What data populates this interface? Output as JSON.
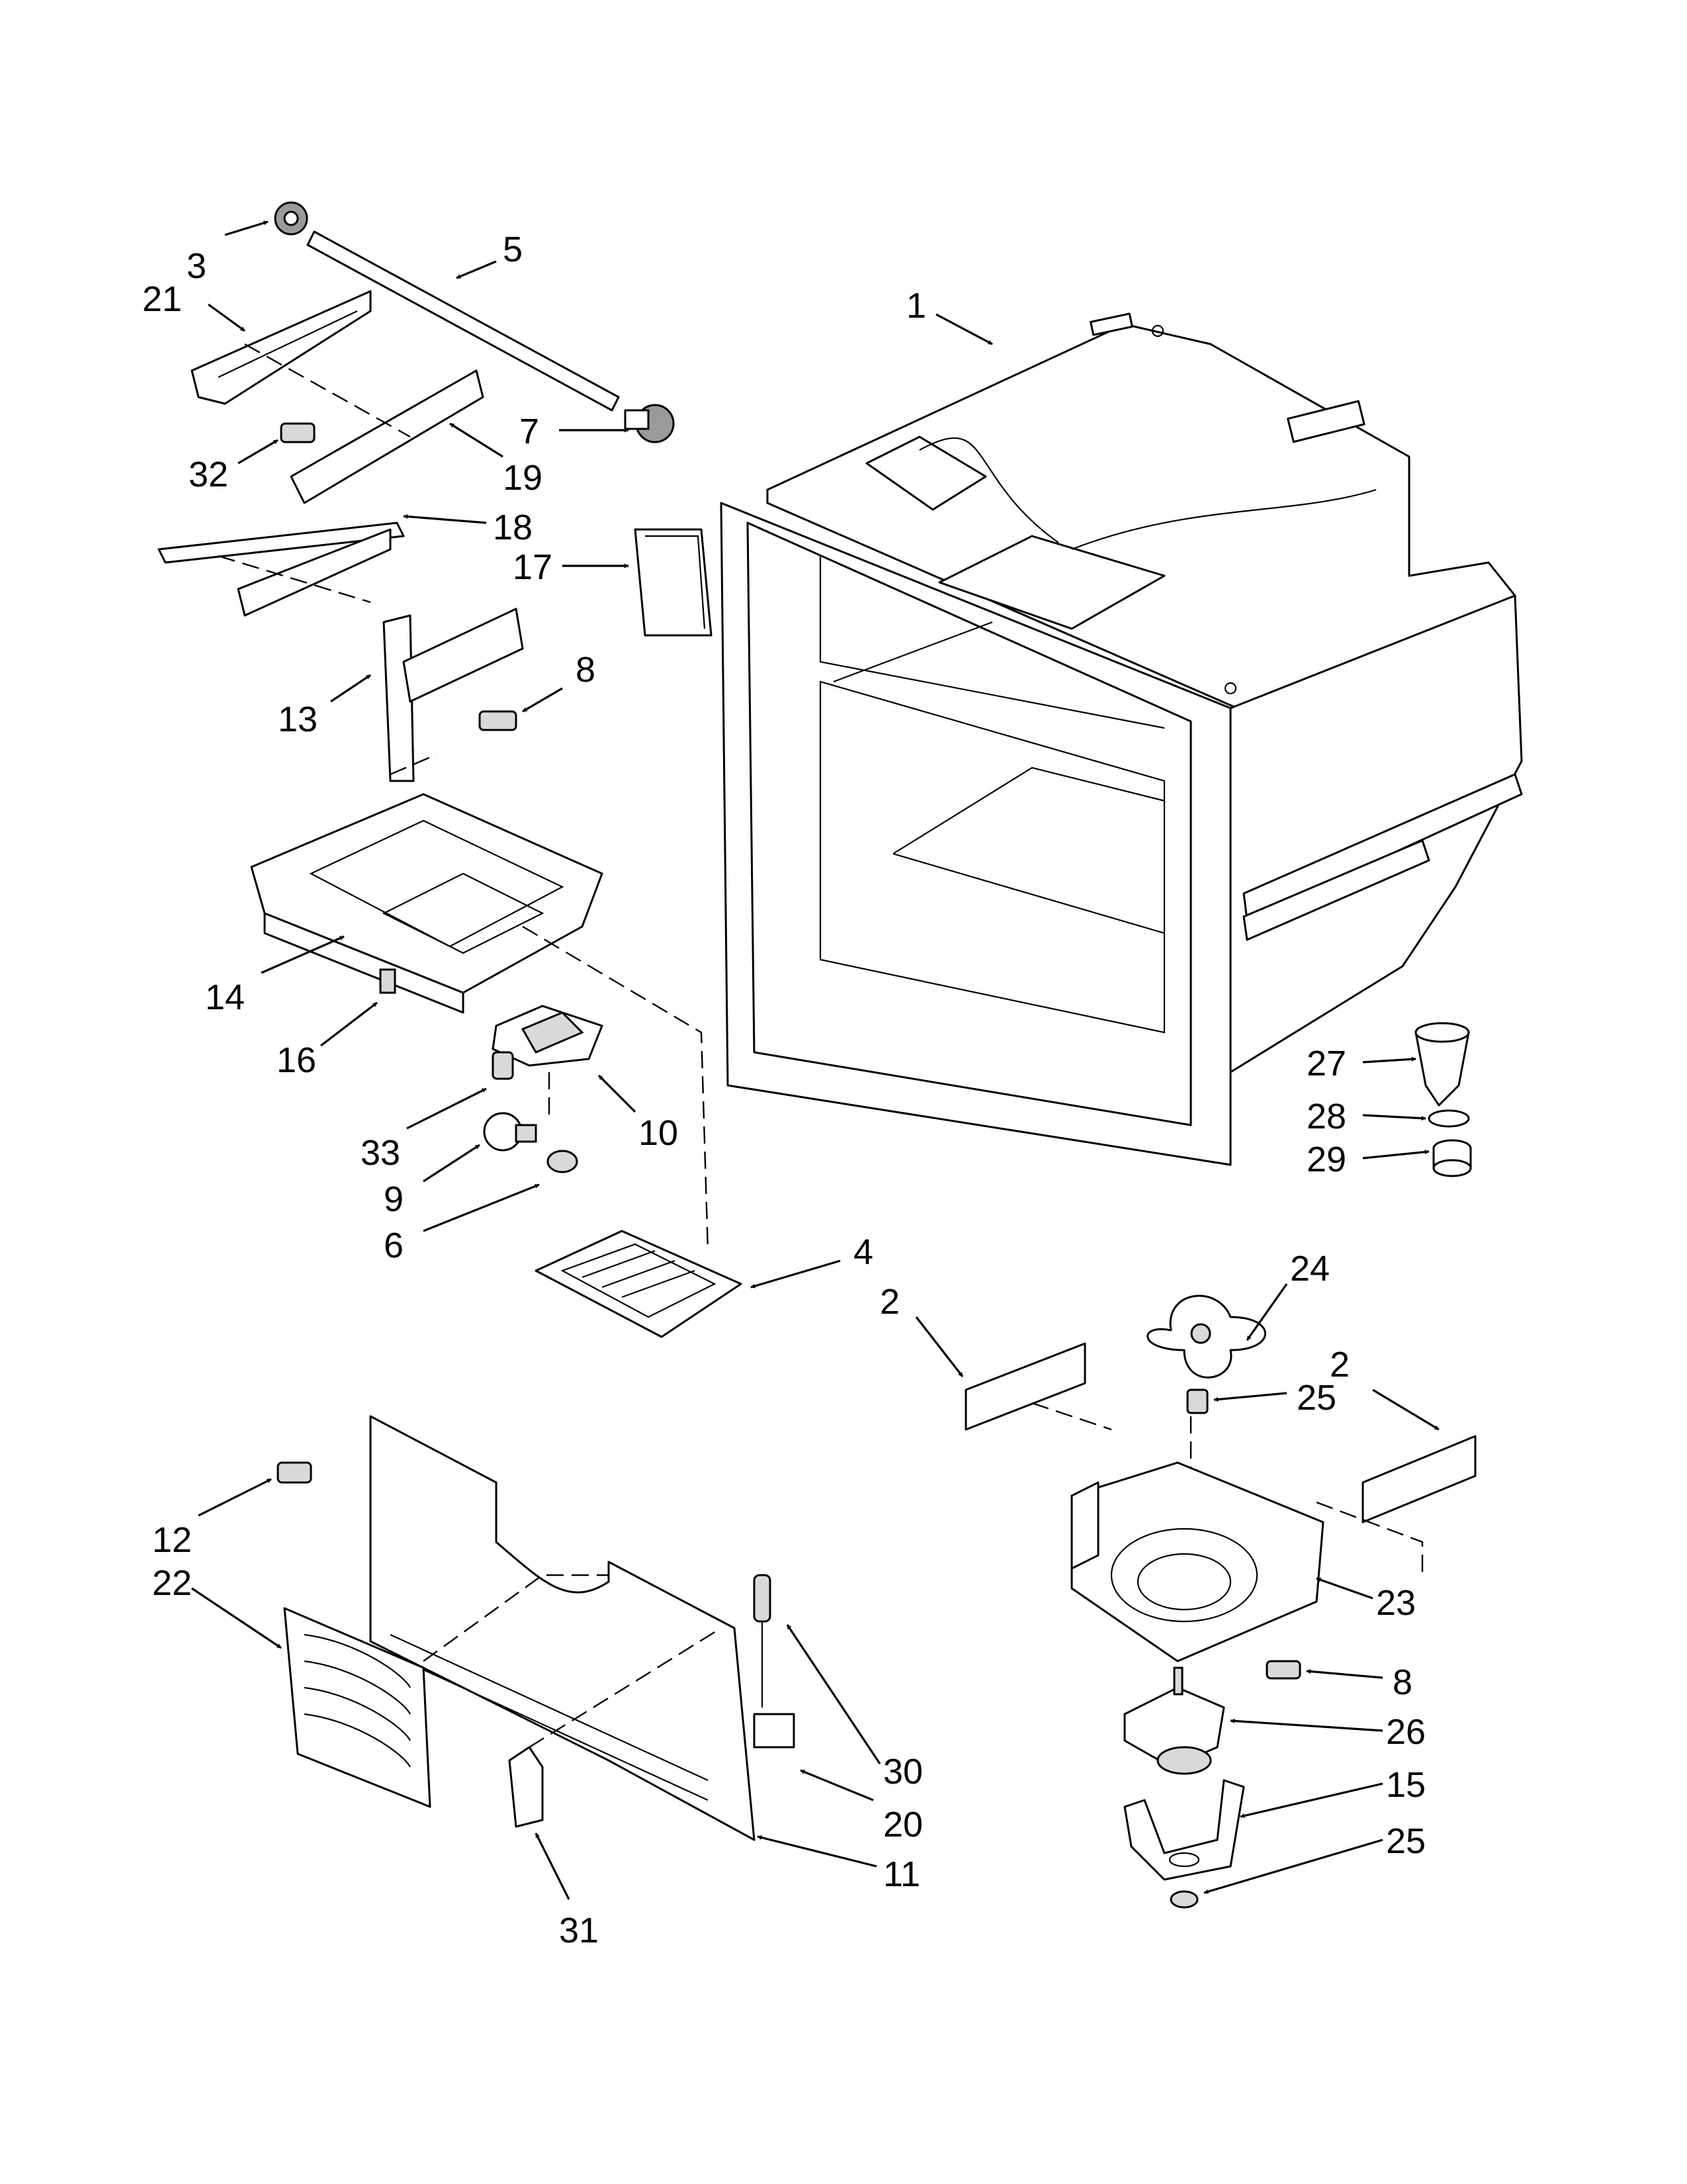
{
  "callouts": {
    "c1": "1",
    "c2a": "2",
    "c2b": "2",
    "c3": "3",
    "c4": "4",
    "c5": "5",
    "c6": "6",
    "c7": "7",
    "c8a": "8",
    "c8b": "8",
    "c9": "9",
    "c10": "10",
    "c11": "11",
    "c12": "12",
    "c13": "13",
    "c14": "14",
    "c15": "15",
    "c16": "16",
    "c17": "17",
    "c18": "18",
    "c19": "19",
    "c20": "20",
    "c21": "21",
    "c22": "22",
    "c23": "23",
    "c24": "24",
    "c25a": "25",
    "c25b": "25",
    "c26": "26",
    "c27": "27",
    "c28": "28",
    "c29": "29",
    "c30": "30",
    "c31": "31",
    "c32": "32",
    "c33": "33"
  },
  "colors": {
    "line": "#000000",
    "background": "#ffffff",
    "shade": "#d9d9d9"
  }
}
